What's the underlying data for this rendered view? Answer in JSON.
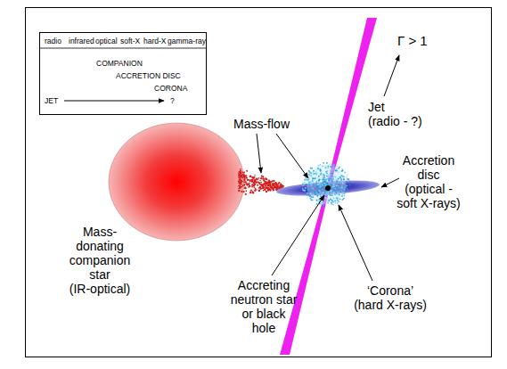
{
  "diagram": {
    "nodes": [
      {
        "text": [
          "radio",
          "infrared",
          "optical",
          "soft-X",
          "hard-X",
          "gamma-ray",
          "COMPANION",
          "ACCRETION DISC",
          "CORONA",
          "JET",
          "?"
        ]
      }
    ],
    "labels": [
      "Γ > 1",
      "Jet (radio - ?)",
      "Mass-flow",
      "Accretion disc (optical - soft X-rays)",
      "Mass-donating companion star (IR-optical)",
      "Accreting neutron star or black hole",
      "‘Corona’ (hard X-rays)"
    ]
  }
}
